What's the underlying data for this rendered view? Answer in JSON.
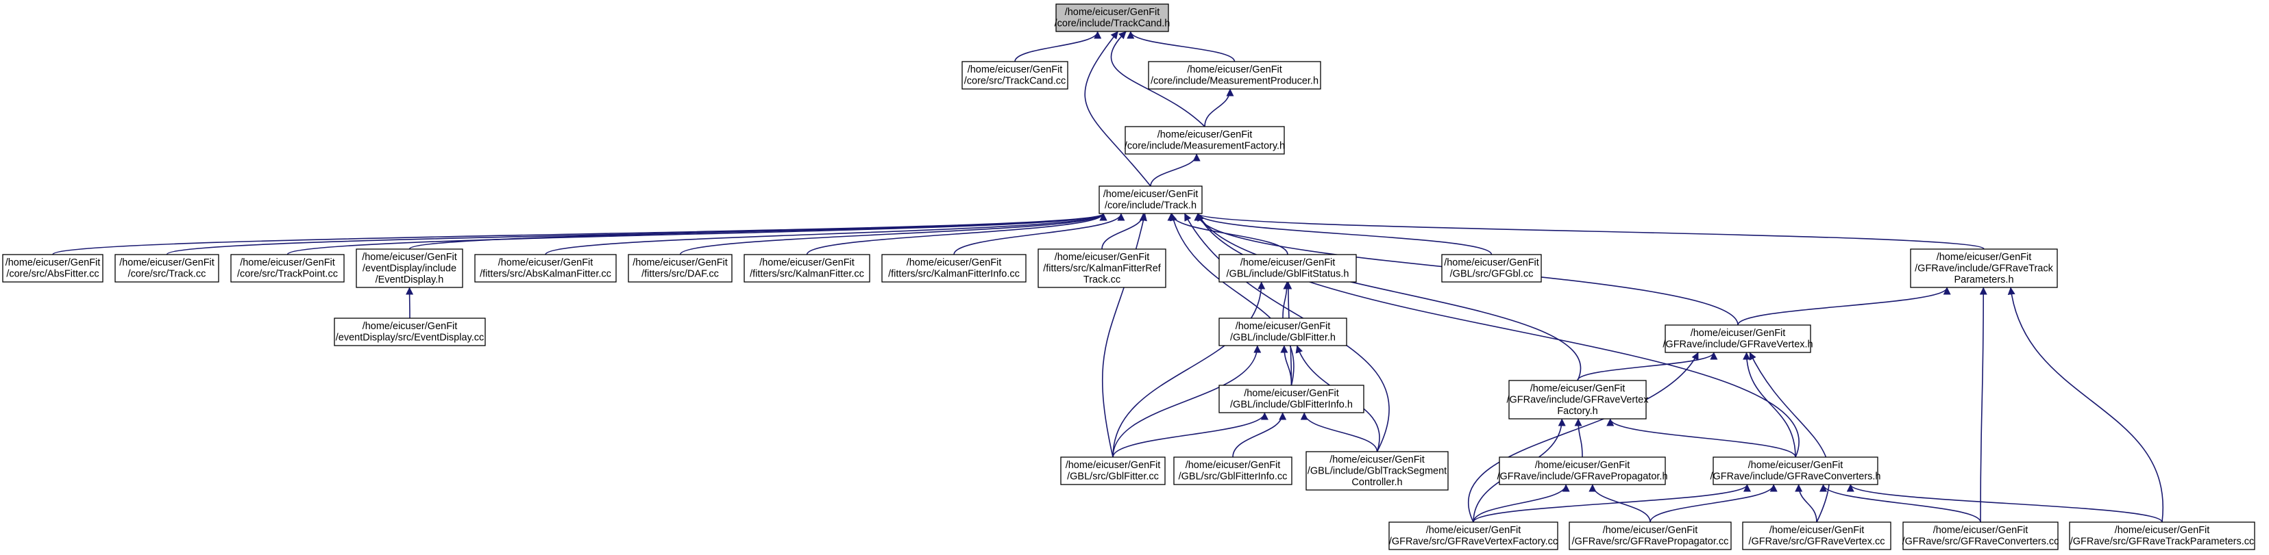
{
  "colors": {
    "edge": "#191970",
    "root_fill": "#bfbfbf",
    "node_fill": "#ffffff",
    "border": "#000000"
  },
  "nodes": [
    {
      "id": "trackcand_h",
      "lines": [
        "/home/eicuser/GenFit",
        "/core/include/TrackCand.h"
      ],
      "root": true
    },
    {
      "id": "trackcand_cc",
      "lines": [
        "/home/eicuser/GenFit",
        "/core/src/TrackCand.cc"
      ]
    },
    {
      "id": "measprod_h",
      "lines": [
        "/home/eicuser/GenFit",
        "/core/include/MeasurementProducer.h"
      ]
    },
    {
      "id": "measfact_h",
      "lines": [
        "/home/eicuser/GenFit",
        "/core/include/MeasurementFactory.h"
      ]
    },
    {
      "id": "track_h",
      "lines": [
        "/home/eicuser/GenFit",
        "/core/include/Track.h"
      ]
    },
    {
      "id": "absfitter_cc",
      "lines": [
        "/home/eicuser/GenFit",
        "/core/src/AbsFitter.cc"
      ]
    },
    {
      "id": "track_cc",
      "lines": [
        "/home/eicuser/GenFit",
        "/core/src/Track.cc"
      ]
    },
    {
      "id": "trackpoint_cc",
      "lines": [
        "/home/eicuser/GenFit",
        "/core/src/TrackPoint.cc"
      ]
    },
    {
      "id": "eventdisplay_h",
      "lines": [
        "/home/eicuser/GenFit",
        "/eventDisplay/include",
        "/EventDisplay.h"
      ]
    },
    {
      "id": "abskalman_cc",
      "lines": [
        "/home/eicuser/GenFit",
        "/fitters/src/AbsKalmanFitter.cc"
      ]
    },
    {
      "id": "daf_cc",
      "lines": [
        "/home/eicuser/GenFit",
        "/fitters/src/DAF.cc"
      ]
    },
    {
      "id": "kalman_cc",
      "lines": [
        "/home/eicuser/GenFit",
        "/fitters/src/KalmanFitter.cc"
      ]
    },
    {
      "id": "kalmaninfo_cc",
      "lines": [
        "/home/eicuser/GenFit",
        "/fitters/src/KalmanFitterInfo.cc"
      ]
    },
    {
      "id": "kalmanref_cc",
      "lines": [
        "/home/eicuser/GenFit",
        "/fitters/src/KalmanFitterRef",
        "Track.cc"
      ]
    },
    {
      "id": "gblfitstatus_h",
      "lines": [
        "/home/eicuser/GenFit",
        "/GBL/include/GblFitStatus.h"
      ]
    },
    {
      "id": "gfgbl_cc",
      "lines": [
        "/home/eicuser/GenFit",
        "/GBL/src/GFGbl.cc"
      ]
    },
    {
      "id": "gfravetrack_h",
      "lines": [
        "/home/eicuser/GenFit",
        "/GFRave/include/GFRaveTrack",
        "Parameters.h"
      ]
    },
    {
      "id": "eventdisplay_cc",
      "lines": [
        "/home/eicuser/GenFit",
        "/eventDisplay/src/EventDisplay.cc"
      ]
    },
    {
      "id": "gblfitter_h",
      "lines": [
        "/home/eicuser/GenFit",
        "/GBL/include/GblFitter.h"
      ]
    },
    {
      "id": "gfravevertex_h",
      "lines": [
        "/home/eicuser/GenFit",
        "/GFRave/include/GFRaveVertex.h"
      ]
    },
    {
      "id": "gblfitterinfo_h",
      "lines": [
        "/home/eicuser/GenFit",
        "/GBL/include/GblFitterInfo.h"
      ]
    },
    {
      "id": "gfravevertexfact_h",
      "lines": [
        "/home/eicuser/GenFit",
        "/GFRave/include/GFRaveVertex",
        "Factory.h"
      ]
    },
    {
      "id": "gblfitter_cc",
      "lines": [
        "/home/eicuser/GenFit",
        "/GBL/src/GblFitter.cc"
      ]
    },
    {
      "id": "gblfitterinfo_cc",
      "lines": [
        "/home/eicuser/GenFit",
        "/GBL/src/GblFitterInfo.cc"
      ]
    },
    {
      "id": "gbltrackseg_h",
      "lines": [
        "/home/eicuser/GenFit",
        "/GBL/include/GblTrackSegment",
        "Controller.h"
      ]
    },
    {
      "id": "gfravepropagator_h",
      "lines": [
        "/home/eicuser/GenFit",
        "/GFRave/include/GFRavePropagator.h"
      ]
    },
    {
      "id": "gfraveconverters_h",
      "lines": [
        "/home/eicuser/GenFit",
        "/GFRave/include/GFRaveConverters.h"
      ]
    },
    {
      "id": "gfravevertexfact_cc",
      "lines": [
        "/home/eicuser/GenFit",
        "/GFRave/src/GFRaveVertexFactory.cc"
      ]
    },
    {
      "id": "gfravepropagator_cc",
      "lines": [
        "/home/eicuser/GenFit",
        "/GFRave/src/GFRavePropagator.cc"
      ]
    },
    {
      "id": "gfravevertex_cc",
      "lines": [
        "/home/eicuser/GenFit",
        "/GFRave/src/GFRaveVertex.cc"
      ]
    },
    {
      "id": "gfraveconverters_cc",
      "lines": [
        "/home/eicuser/GenFit",
        "/GFRave/src/GFRaveConverters.cc"
      ]
    },
    {
      "id": "gfravetrackparams_cc",
      "lines": [
        "/home/eicuser/GenFit",
        "/GFRave/src/GFRaveTrackParameters.cc"
      ]
    }
  ],
  "edges": [
    [
      "trackcand_cc",
      "trackcand_h"
    ],
    [
      "measprod_h",
      "trackcand_h"
    ],
    [
      "measfact_h",
      "trackcand_h"
    ],
    [
      "track_h",
      "trackcand_h"
    ],
    [
      "measfact_h",
      "measprod_h"
    ],
    [
      "track_h",
      "measfact_h"
    ],
    [
      "absfitter_cc",
      "track_h"
    ],
    [
      "track_cc",
      "track_h"
    ],
    [
      "trackpoint_cc",
      "track_h"
    ],
    [
      "eventdisplay_h",
      "track_h"
    ],
    [
      "abskalman_cc",
      "track_h"
    ],
    [
      "daf_cc",
      "track_h"
    ],
    [
      "kalman_cc",
      "track_h"
    ],
    [
      "kalmaninfo_cc",
      "track_h"
    ],
    [
      "kalmanref_cc",
      "track_h"
    ],
    [
      "gblfitstatus_h",
      "track_h"
    ],
    [
      "gfgbl_cc",
      "track_h"
    ],
    [
      "gfravetrack_h",
      "track_h"
    ],
    [
      "gfravevertex_h",
      "track_h"
    ],
    [
      "gfravevertexfact_h",
      "track_h"
    ],
    [
      "gfraveconverters_h",
      "track_h"
    ],
    [
      "gblfitterinfo_h",
      "track_h"
    ],
    [
      "gbltrackseg_h",
      "track_h"
    ],
    [
      "gblfitter_cc",
      "track_h"
    ],
    [
      "eventdisplay_cc",
      "eventdisplay_h"
    ],
    [
      "gblfitter_h",
      "gblfitstatus_h"
    ],
    [
      "gblfitterinfo_h",
      "gblfitstatus_h"
    ],
    [
      "gblfitter_cc",
      "gblfitstatus_h"
    ],
    [
      "gblfitterinfo_h",
      "gblfitter_h"
    ],
    [
      "gblfitter_cc",
      "gblfitter_h"
    ],
    [
      "gbltrackseg_h",
      "gblfitter_h"
    ],
    [
      "gblfitter_cc",
      "gblfitterinfo_h"
    ],
    [
      "gblfitterinfo_cc",
      "gblfitterinfo_h"
    ],
    [
      "gbltrackseg_h",
      "gblfitterinfo_h"
    ],
    [
      "gfravevertex_h",
      "gfravetrack_h"
    ],
    [
      "gfraveconverters_cc",
      "gfravetrack_h"
    ],
    [
      "gfravetrackparams_cc",
      "gfravetrack_h"
    ],
    [
      "gfravevertexfact_h",
      "gfravevertex_h"
    ],
    [
      "gfraveconverters_h",
      "gfravevertex_h"
    ],
    [
      "gfravevertexfact_cc",
      "gfravevertex_h"
    ],
    [
      "gfravevertex_cc",
      "gfravevertex_h"
    ],
    [
      "gfravepropagator_h",
      "gfravevertexfact_h"
    ],
    [
      "gfraveconverters_h",
      "gfravevertexfact_h"
    ],
    [
      "gfravevertexfact_cc",
      "gfravevertexfact_h"
    ],
    [
      "gfravevertexfact_cc",
      "gfravepropagator_h"
    ],
    [
      "gfravepropagator_cc",
      "gfravepropagator_h"
    ],
    [
      "gfravevertexfact_cc",
      "gfraveconverters_h"
    ],
    [
      "gfravepropagator_cc",
      "gfraveconverters_h"
    ],
    [
      "gfravevertex_cc",
      "gfraveconverters_h"
    ],
    [
      "gfraveconverters_cc",
      "gfraveconverters_h"
    ],
    [
      "gfravetrackparams_cc",
      "gfraveconverters_h"
    ]
  ]
}
